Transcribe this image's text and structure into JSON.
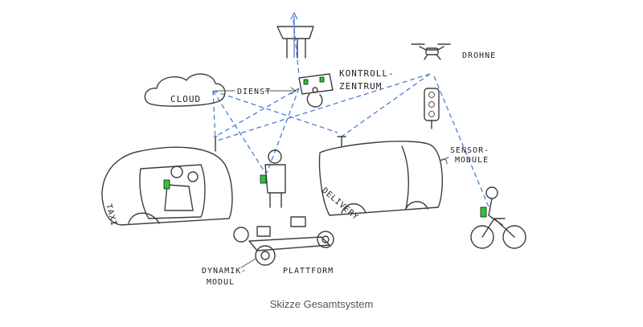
{
  "labels": {
    "cloud": "CLOUD",
    "dienst": "DIENST",
    "kontroll_line1": "KONTROLL-",
    "kontroll_line2": "ZENTRUM",
    "drohne": "DROHNE",
    "sensor_line1": "SENSOR-",
    "sensor_line2": "MODULE",
    "taxi": "TAXI",
    "delivery": "DELIVERY",
    "dynamik_line1": "DYNAMIK-",
    "dynamik_line2": "MODUL",
    "plattform": "PLATTFORM"
  },
  "caption": "Skizze Gesamtsystem",
  "colors": {
    "connection": "#4a7fd6",
    "device_highlight": "#2fc23a",
    "ink": "#3d3d3d",
    "caption_text": "#555555"
  }
}
